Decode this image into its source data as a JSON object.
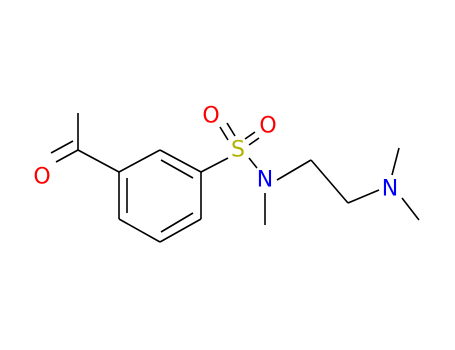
{
  "molecule": {
    "atoms": {
      "carbonyl_oxygen": "O",
      "sulfur": "S",
      "sulfonyl_oxygen_left": "O",
      "sulfonyl_oxygen_right": "O",
      "sulfonamide_nitrogen": "N",
      "amine_nitrogen": "N"
    },
    "colors": {
      "oxygen": "#ff0000",
      "sulfur": "#b2b200",
      "nitrogen": "#0000ff",
      "bond": "#000000"
    }
  }
}
